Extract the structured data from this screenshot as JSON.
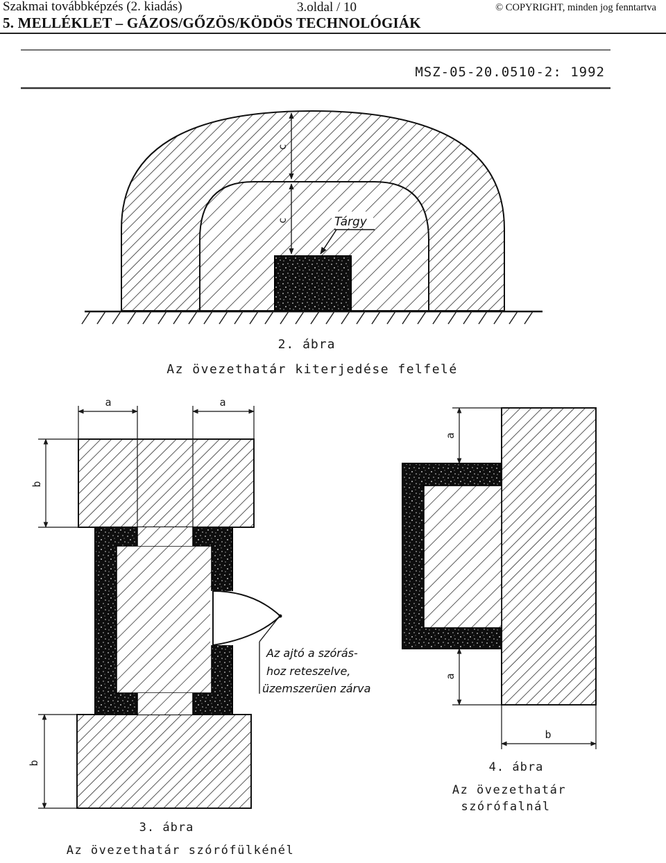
{
  "header": {
    "course": "Szakmai továbbképzés (2. kiadás)",
    "page": "3.oldal / 10",
    "copyright": "© COPYRIGHT, minden jog fenntartva",
    "annex_title": "5. MELLÉKLET – GÁZOS/GŐZÖS/KÖDÖS TECHNOLÓGIÁK"
  },
  "standard": "MSZ-05-20.0510-2: 1992",
  "figure2": {
    "number": "2. ábra",
    "caption": "Az övezethatár kiterjedése felfelé",
    "object_label": "Tárgy",
    "dim_c_upper": "c",
    "dim_c_lower": "c"
  },
  "figure3": {
    "number": "3. ábra",
    "caption": "Az övezethatár szórófülkénél",
    "dim_a_left": "a",
    "dim_a_right": "a",
    "dim_b_top": "b",
    "dim_b_bottom": "b",
    "note_line1": "Az ajtó a szórás-",
    "note_line2": "hoz reteszelve,",
    "note_line3": "üzemszerüen zárva"
  },
  "figure4": {
    "number": "4. ábra",
    "caption_line1": "Az övezethatár",
    "caption_line2": "szórófalnál",
    "dim_a_top": "a",
    "dim_a_bottom": "a",
    "dim_b": "b"
  }
}
